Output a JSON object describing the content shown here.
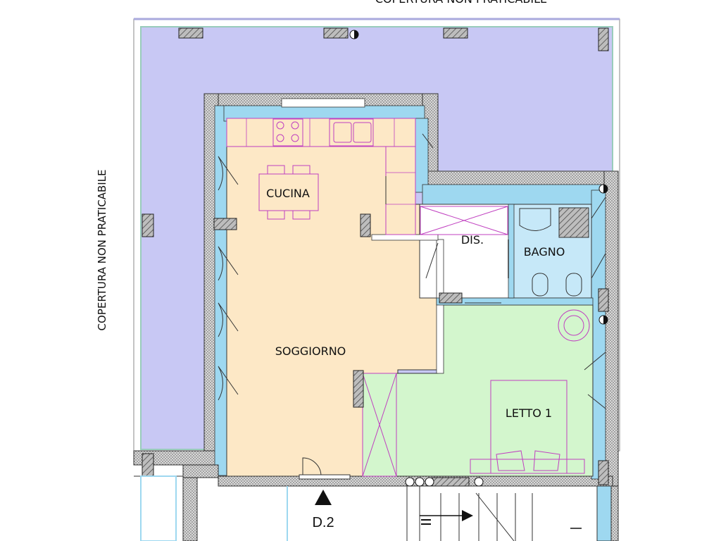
{
  "labels": {
    "top_cut": "COPERTURA NON PRATICABILE",
    "side": "COPERTURA NON PRATICABILE",
    "cucina": "CUCINA",
    "soggiorno": "SOGGIORNO",
    "dis": "DIS.",
    "bagno": "BAGNO",
    "letto": "LETTO 1",
    "section": "D.2"
  },
  "colors": {
    "terrace": "#c8c8f4",
    "living": "#fde8c6",
    "bedroom": "#d3f6cd",
    "bathroom": "#c6e8f8",
    "corridor": "#ffffff",
    "wall_fill": "#9ed8f0",
    "hatch": "#9a9a9a",
    "furniture": "#c040c0",
    "door": "#333333"
  }
}
